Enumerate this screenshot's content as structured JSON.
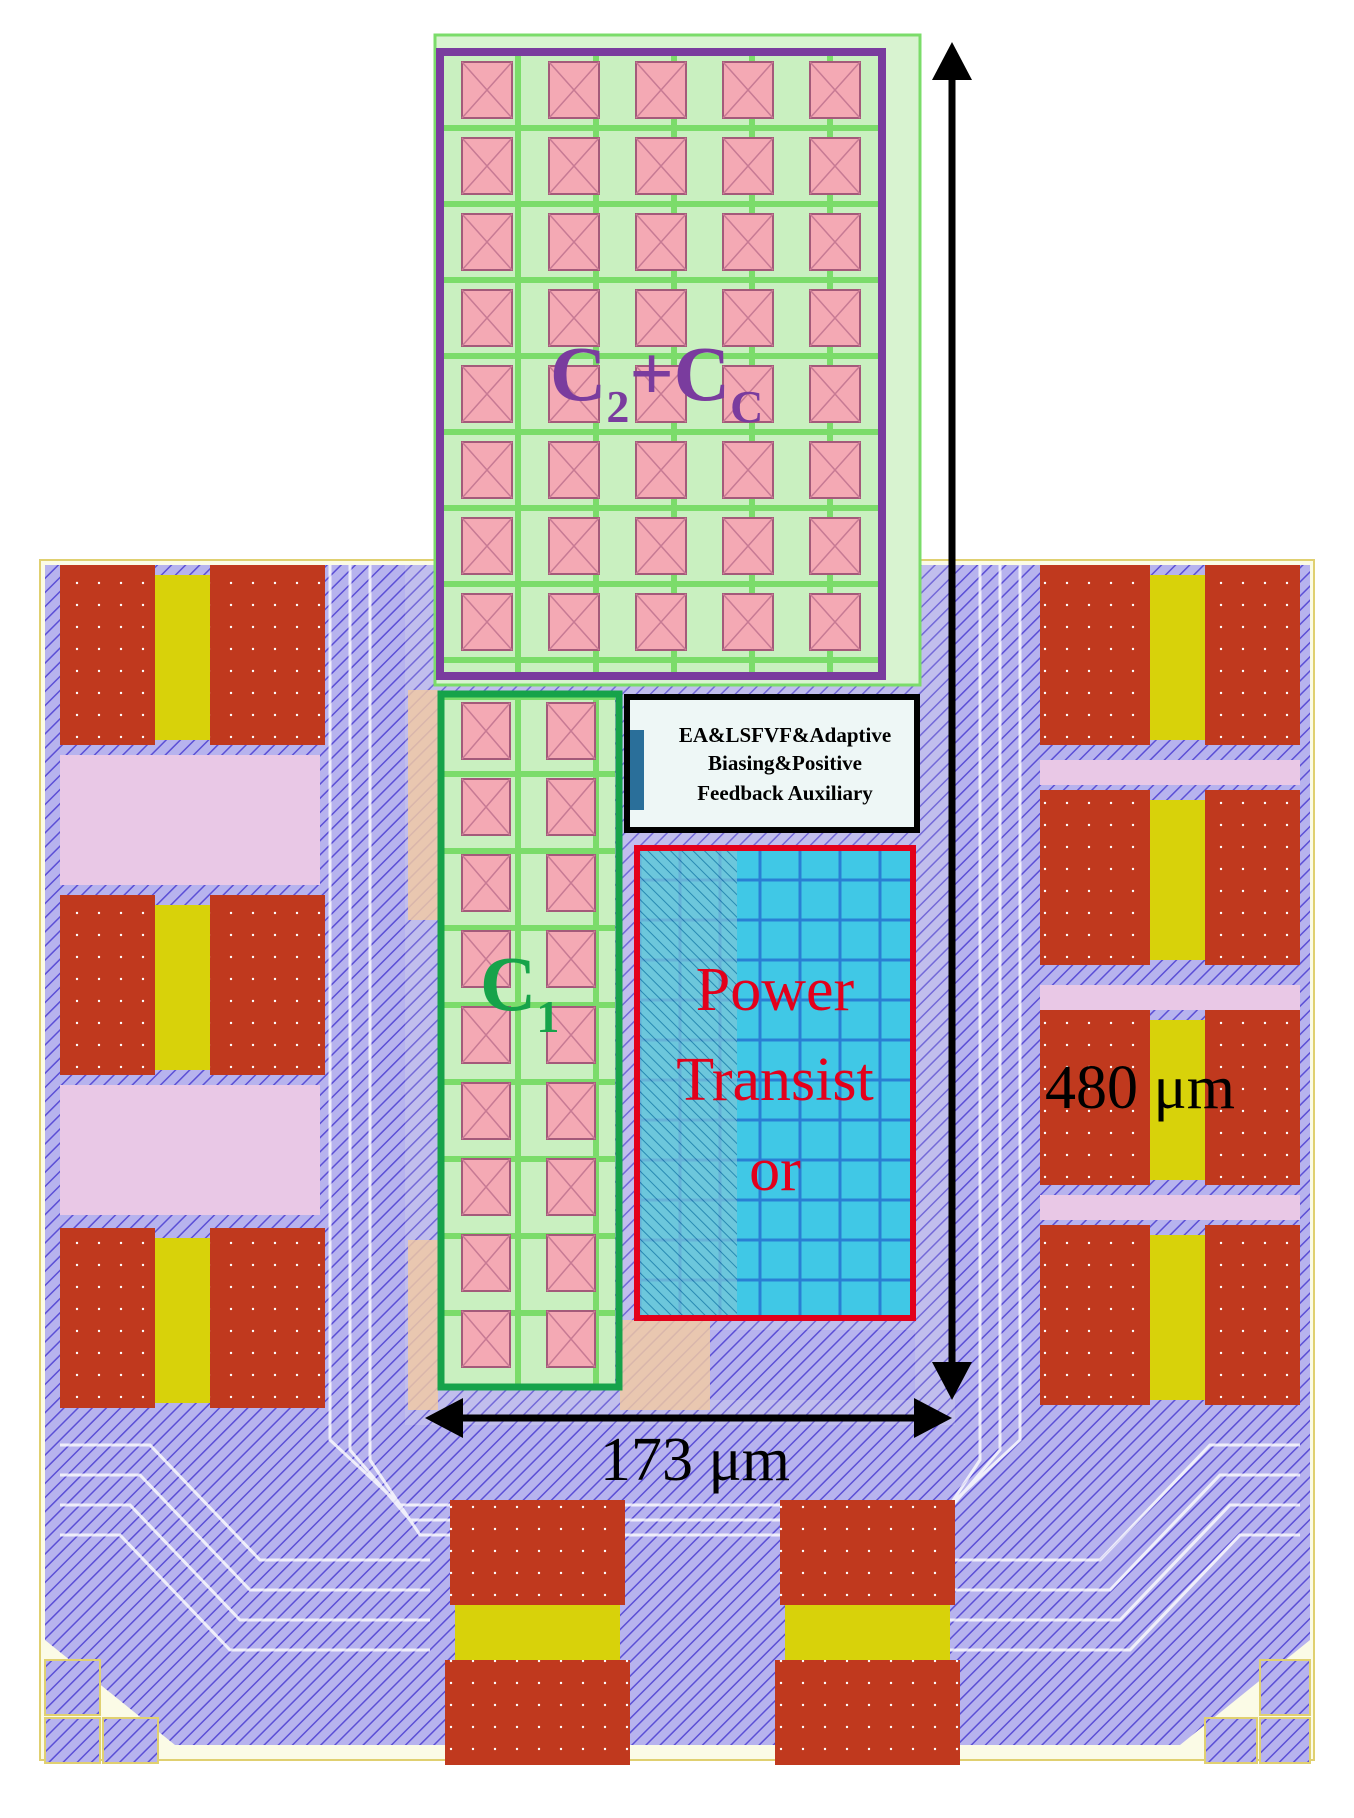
{
  "labels": {
    "cap_top_main": "C",
    "cap_top_sub1": "2",
    "cap_top_plus": "+C",
    "cap_top_sub2": "C",
    "cap_left_main": "C",
    "cap_left_sub": "1",
    "block_line1": "EA&LSFVF&Adaptive",
    "block_line2": "Biasing&Positive",
    "block_line3": "Feedback Auxiliary",
    "power_line1": "Power",
    "power_line2": "Transist",
    "power_line3": "or",
    "dim_height": "480 μm",
    "dim_width": "173 μm"
  },
  "colors": {
    "pad": "#c0391e",
    "pad_bar": "#d8d20a",
    "metal_bg": "#a6a2e6",
    "cap_cell": "#f4a9b4",
    "cap_grid": "#9ce690",
    "purple_box": "#7a3c9e",
    "green_box": "#16a34a",
    "red_box": "#e3001b",
    "black_box": "#000000",
    "power_fill": "#3ec6e0"
  }
}
